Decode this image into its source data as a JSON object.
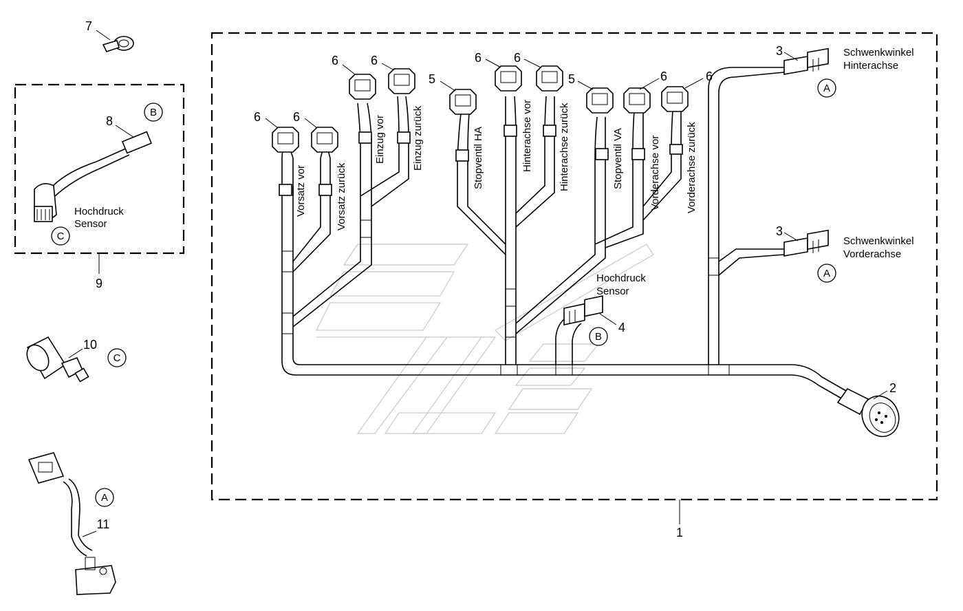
{
  "callouts": {
    "n1": "1",
    "n2": "2",
    "n3a": "3",
    "n3b": "3",
    "n4": "4",
    "n5a": "5",
    "n5b": "5",
    "n6a": "6",
    "n6b": "6",
    "n6c": "6",
    "n6d": "6",
    "n6e": "6",
    "n6f": "6",
    "n6g": "6",
    "n6h": "6",
    "n7": "7",
    "n8": "8",
    "n9": "9",
    "n10": "10",
    "n11": "11"
  },
  "circles": {
    "a1": "A",
    "a2": "A",
    "a3": "A",
    "b1": "B",
    "b2": "B",
    "c1": "C",
    "c2": "C"
  },
  "wire_labels": {
    "vorsatz_vor": "Vorsatz vor",
    "vorsatz_zurueck": "Vorsatz zurück",
    "einzug_vor": "Einzug vor",
    "einzug_zurueck": "Einzug zurück",
    "stopventil_ha": "Stopventil HA",
    "hinterachse_vor": "Hinterachse vor",
    "hinterachse_zurueck": "Hinterachse zurück",
    "stopventil_va": "Stopventil VA",
    "vorderachse_vor": "Vorderachse vor",
    "vorderachse_zurueck": "Vorderachse zurück"
  },
  "text_labels": {
    "schwenk_hinter_1": "Schwenkwinkel",
    "schwenk_hinter_2": "Hinterachse",
    "schwenk_vorder_1": "Schwenkwinkel",
    "schwenk_vorder_2": "Vorderachse",
    "hochdruck_main_1": "Hochdruck",
    "hochdruck_main_2": "Sensor",
    "hochdruck_inset_1": "Hochdruck",
    "hochdruck_inset_2": "Sensor"
  }
}
